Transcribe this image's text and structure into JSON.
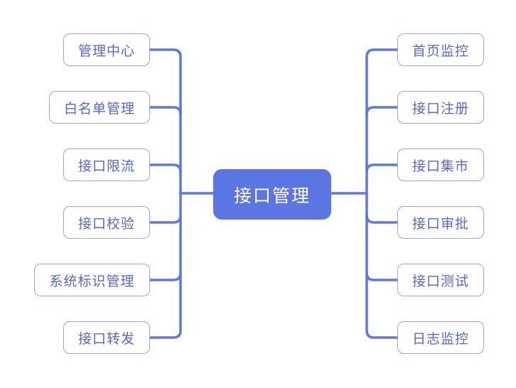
{
  "center": {
    "label": "接口管理"
  },
  "branches": {
    "left": [
      {
        "label": "管理中心"
      },
      {
        "label": "白名单管理"
      },
      {
        "label": "接口限流"
      },
      {
        "label": "接口校验"
      },
      {
        "label": "系统标识管理"
      },
      {
        "label": "接口转发"
      }
    ],
    "right": [
      {
        "label": "首页监控"
      },
      {
        "label": "接口注册"
      },
      {
        "label": "接口集市"
      },
      {
        "label": "接口审批"
      },
      {
        "label": "接口测试"
      },
      {
        "label": "日志监控"
      }
    ]
  },
  "colors": {
    "background": "#ffffff",
    "center-fill": "#5b75e2",
    "center-text": "#ffffff",
    "connector": "#5c78e6",
    "node-border": "#97a4ef",
    "node-text": "#5667d6"
  }
}
